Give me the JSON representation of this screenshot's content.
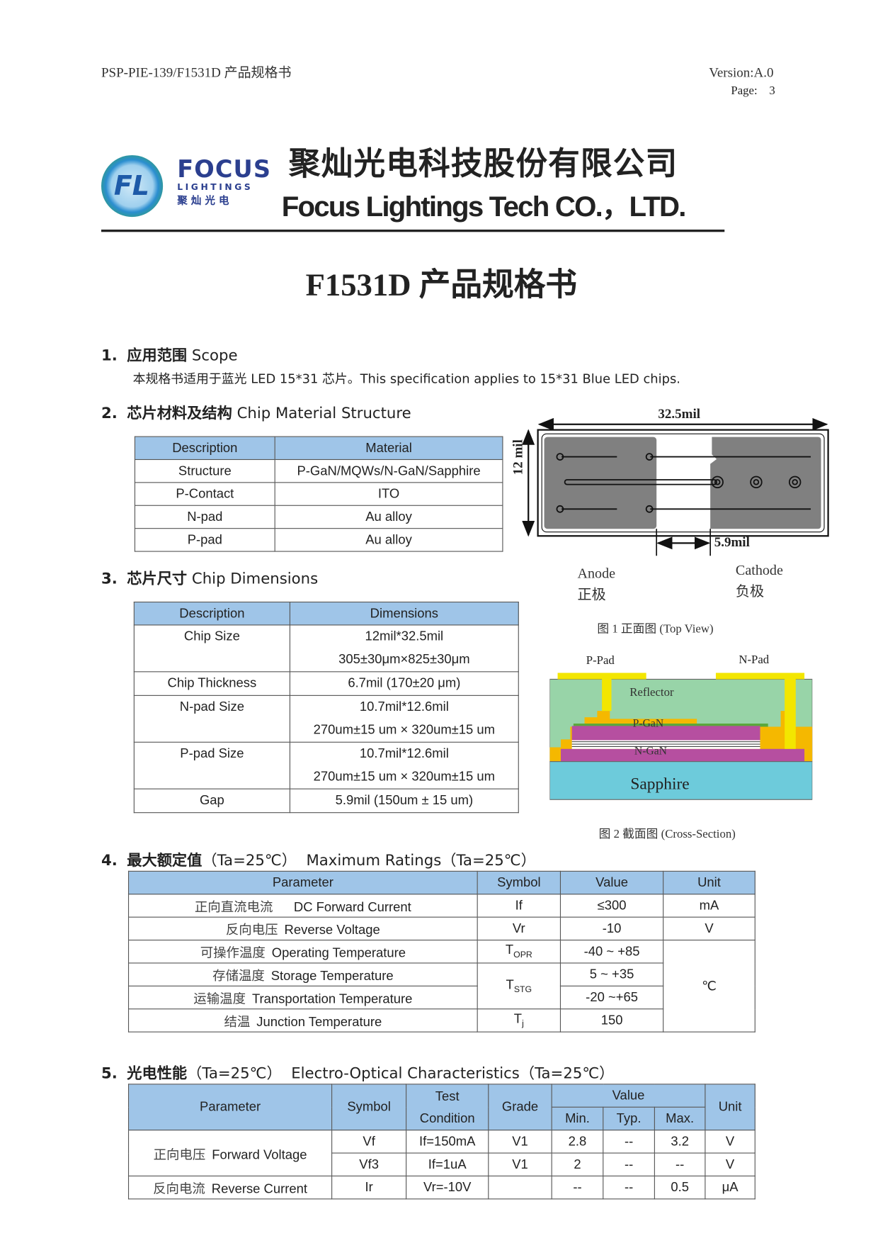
{
  "header": {
    "doc_id": "PSP-PIE-139/F1531D 产品规格书",
    "version": "Version:A.0",
    "page_label": "Page:",
    "page_number": "3"
  },
  "logo": {
    "mark": "FL",
    "brand": "FOCUS",
    "sub": "LIGHTINGS",
    "cn": "聚 灿 光 电"
  },
  "company": {
    "name_cn": "聚灿光电科技股份有限公司",
    "name_en": "Focus Lightings Tech CO.，LTD."
  },
  "title": "F1531D 产品规格书",
  "s1": {
    "num": "1.",
    "title_cn": "应用范围",
    "title_en": "Scope",
    "text": "本规格书适用于蓝光 LED 15*31 芯片。This specification applies to 15*31 Blue LED chips."
  },
  "s2": {
    "num": "2.",
    "title_cn": "芯片材料及结构",
    "title_en": "Chip Material Structure",
    "headers": [
      "Description",
      "Material"
    ],
    "rows": [
      [
        "Structure",
        "P-GaN/MQWs/N-GaN/Sapphire"
      ],
      [
        "P-Contact",
        "ITO"
      ],
      [
        "N-pad",
        "Au alloy"
      ],
      [
        "P-pad",
        "Au alloy"
      ]
    ]
  },
  "s3": {
    "num": "3.",
    "title_cn": "芯片尺寸",
    "title_en": "Chip Dimensions",
    "headers": [
      "Description",
      "Dimensions"
    ],
    "rows": [
      [
        "Chip Size",
        "12mil*32.5mil",
        "305±30μm×825±30μm"
      ],
      [
        "Chip Thickness",
        "6.7mil (170±20 μm)"
      ],
      [
        "N-pad Size",
        "10.7mil*12.6mil",
        "270um±15 um × 320um±15 um"
      ],
      [
        "P-pad Size",
        "10.7mil*12.6mil",
        "270um±15 um × 320um±15 um"
      ],
      [
        "Gap",
        "5.9mil (150um ± 15 um)"
      ]
    ]
  },
  "fig1": {
    "width_label": "32.5mil",
    "height_label": "12 mil",
    "gap_label": "5.9mil",
    "anode": "Anode",
    "anode_cn": "正极",
    "cathode": "Cathode",
    "cathode_cn": "负极",
    "caption": "图 1  正面图  (Top View)"
  },
  "fig2": {
    "p_pad": "P-Pad",
    "n_pad": "N-Pad",
    "reflector": "Reflector",
    "p_gan": "P-GaN",
    "n_gan": "N-GaN",
    "sapphire": "Sapphire",
    "caption": "图 2  截面图  (Cross-Section)"
  },
  "s4": {
    "num": "4.",
    "title_cn": "最大额定值",
    "cond": "（Ta=25℃）",
    "title_en": "Maximum Ratings（Ta=25℃）",
    "headers": [
      "Parameter",
      "Symbol",
      "Value",
      "Unit"
    ],
    "rows": [
      {
        "cn": "正向直流电流",
        "en": "DC Forward Current",
        "sym": "If",
        "sub": "",
        "val": "≤300",
        "unit": "mA"
      },
      {
        "cn": "反向电压",
        "en": "Reverse Voltage",
        "sym": "Vr",
        "sub": "",
        "val": "-10",
        "unit": "V"
      },
      {
        "cn": "可操作温度",
        "en": "Operating Temperature",
        "sym": "T",
        "sub": "OPR",
        "val": "-40 ~ +85",
        "unit": "℃"
      },
      {
        "cn": "存储温度",
        "en": "Storage Temperature",
        "sym": "T",
        "sub": "STG",
        "val": "5 ~ +35"
      },
      {
        "cn": "运输温度",
        "en": "Transportation Temperature",
        "val": "-20 ~+65"
      },
      {
        "cn": "结温",
        "en": "Junction Temperature",
        "sym": "T",
        "sub": "j",
        "val": "150"
      }
    ]
  },
  "s5": {
    "num": "5.",
    "title_cn": "光电性能",
    "cond": "（Ta=25℃）",
    "title_en": "Electro-Optical Characteristics（Ta=25℃）",
    "headers": {
      "param": "Parameter",
      "symbol": "Symbol",
      "test1": "Test",
      "test2": "Condition",
      "grade": "Grade",
      "value": "Value",
      "min": "Min.",
      "typ": "Typ.",
      "max": "Max.",
      "unit": "Unit"
    },
    "rows": [
      {
        "cn": "正向电压",
        "en": "Forward Voltage",
        "sym": "Vf",
        "cond": "If=150mA",
        "grade": "V1",
        "min": "2.8",
        "typ": "--",
        "max": "3.2",
        "unit": "V"
      },
      {
        "sym": "Vf3",
        "cond": "If=1uA",
        "grade": "V1",
        "min": "2",
        "typ": "--",
        "max": "--",
        "unit": "V"
      },
      {
        "cn": "反向电流",
        "en": "Reverse Current",
        "sym": "Ir",
        "cond": "Vr=-10V",
        "grade": "",
        "min": "--",
        "typ": "--",
        "max": "0.5",
        "unit": "μA"
      }
    ]
  }
}
